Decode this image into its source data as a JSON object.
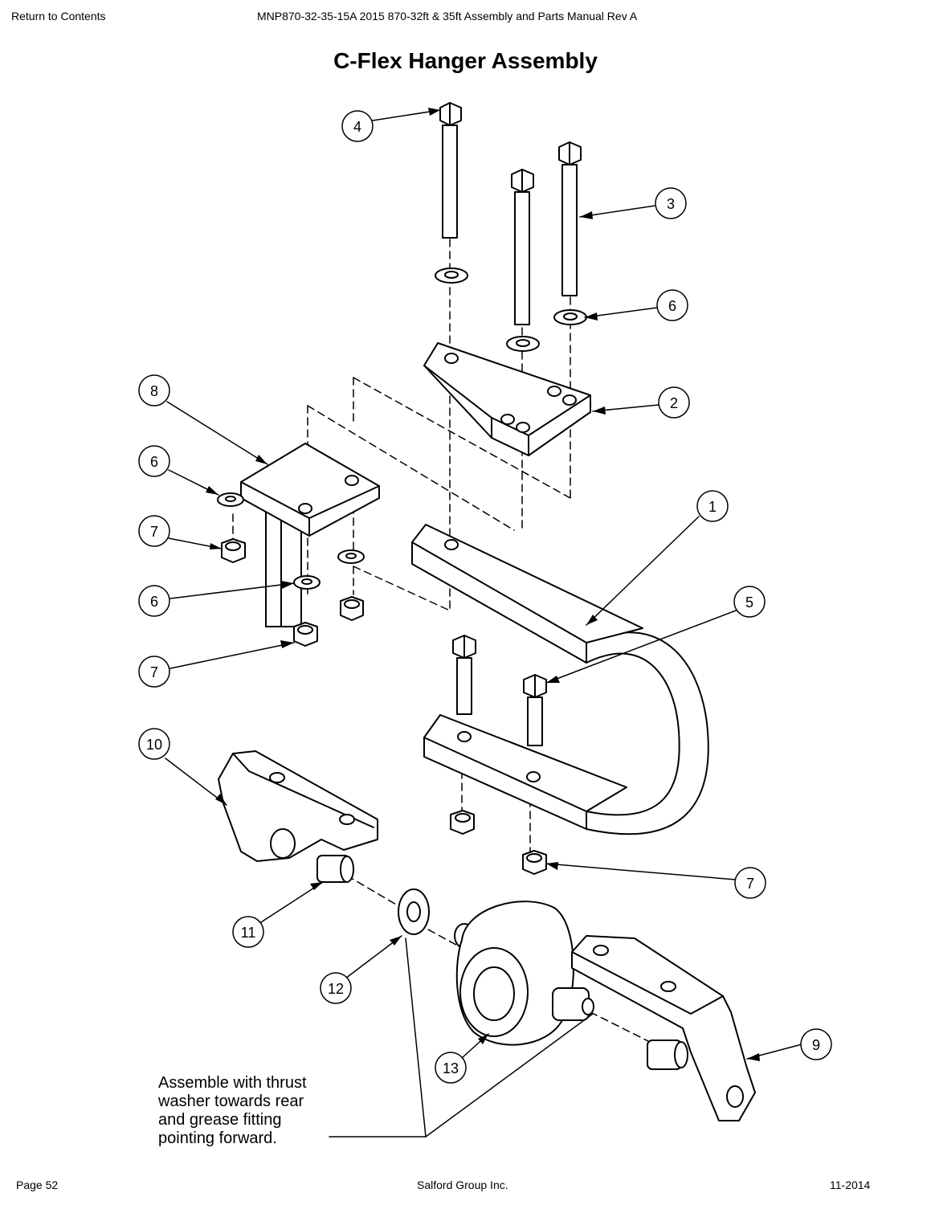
{
  "header": {
    "return_link": "Return to Contents",
    "doc_title": "MNP870-32-35-15A 2015 870-32ft & 35ft Assembly and Parts Manual Rev A"
  },
  "page_title": "C-Flex Hanger Assembly",
  "callouts": [
    {
      "id": "c1",
      "num": "1"
    },
    {
      "id": "c2",
      "num": "2"
    },
    {
      "id": "c3",
      "num": "3"
    },
    {
      "id": "c4",
      "num": "4"
    },
    {
      "id": "c5",
      "num": "5"
    },
    {
      "id": "c6a",
      "num": "6"
    },
    {
      "id": "c6b",
      "num": "6"
    },
    {
      "id": "c6c",
      "num": "6"
    },
    {
      "id": "c7a",
      "num": "7"
    },
    {
      "id": "c7b",
      "num": "7"
    },
    {
      "id": "c7c",
      "num": "7"
    },
    {
      "id": "c8",
      "num": "8"
    },
    {
      "id": "c9",
      "num": "9"
    },
    {
      "id": "c10",
      "num": "10"
    },
    {
      "id": "c11",
      "num": "11"
    },
    {
      "id": "c12",
      "num": "12"
    },
    {
      "id": "c13",
      "num": "13"
    }
  ],
  "note": {
    "line1": "Assemble with thrust",
    "line2": "washer towards rear",
    "line3": "and grease fitting",
    "line4": "pointing forward."
  },
  "footer": {
    "page": "Page 52",
    "company": "Salford Group Inc.",
    "date": "11-2014"
  }
}
